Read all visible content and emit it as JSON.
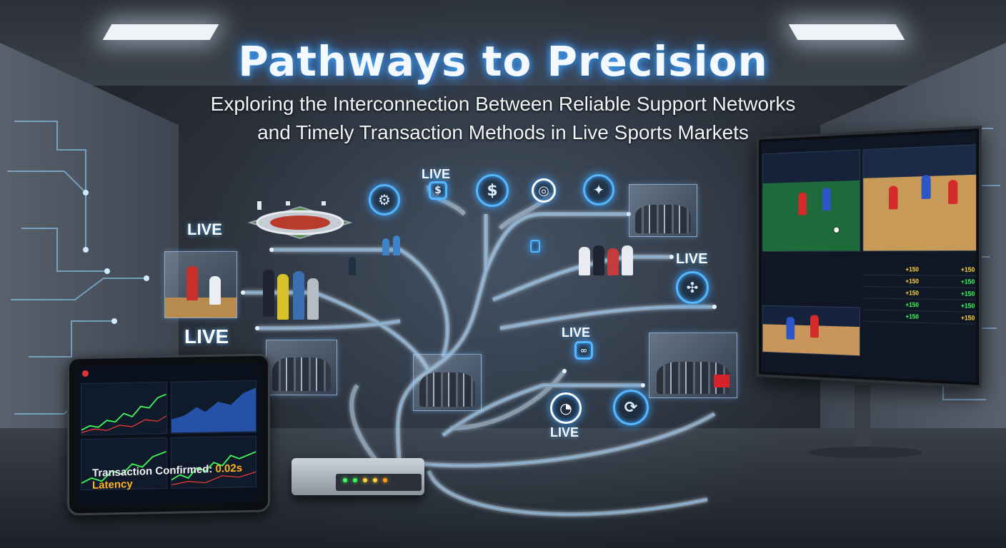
{
  "title": "Pathways to Precision",
  "subtitle_line1": "Exploring the Interconnection Between Reliable Support Networks",
  "subtitle_line2": "and Timely Transaction Methods in Live Sports Markets",
  "live_label": "LIVE",
  "icons": {
    "coin": "$",
    "target": "◎"
  },
  "tablet": {
    "confirmation_prefix": "Transaction Confirmed: ",
    "confirmation_latency": "0.02s Latency"
  },
  "monitor": {
    "odds": [
      {
        "col1": "+150",
        "col2": "+150"
      },
      {
        "col1": "+150",
        "col2": "+150"
      },
      {
        "col1": "+150",
        "col2": "+150"
      },
      {
        "col1": "+150",
        "col2": "+150"
      },
      {
        "col1": "+150",
        "col2": "+150"
      }
    ]
  },
  "colors": {
    "accent_blue": "#55b8ff",
    "latency_orange": "#ffb21f",
    "odds_green": "#3cff5a",
    "odds_yellow": "#ffd43b"
  }
}
